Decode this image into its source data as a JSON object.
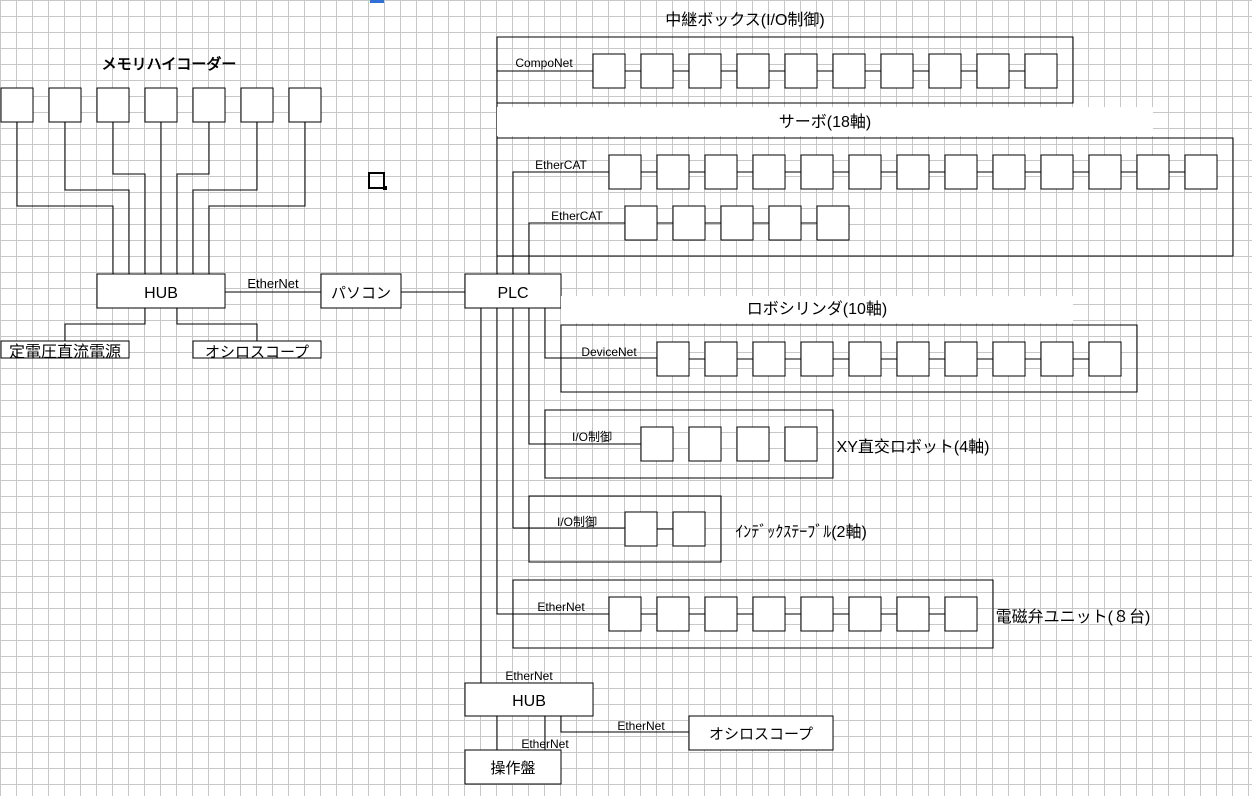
{
  "recorder": {
    "title": "メモリハイコーダー",
    "channel_count": 7
  },
  "hub_left": {
    "label": "HUB",
    "link_label": "EtherNet"
  },
  "pc": {
    "label": "パソコン"
  },
  "plc": {
    "label": "PLC"
  },
  "power_supply": {
    "label": "定電圧直流電源"
  },
  "oscilloscope_left": {
    "label": "オシロスコープ"
  },
  "relay_box": {
    "title": "中継ボックス(I/O制御)",
    "bus_label": "CompoNet",
    "unit_count": 10
  },
  "servo": {
    "title": "サーボ(18軸)",
    "bus1_label": "EtherCAT",
    "bus1_count": 13,
    "bus2_label": "EtherCAT",
    "bus2_count": 5
  },
  "robo_cylinder": {
    "title": "ロボシリンダ(10軸)",
    "bus_label": "DeviceNet",
    "unit_count": 10
  },
  "xy_robot": {
    "title": "XY直交ロボット(4軸)",
    "bus_label": "I/O制御",
    "unit_count": 4
  },
  "index_table": {
    "title": "ｲﾝﾃﾞｯｸｽﾃｰﾌﾞﾙ(2軸)",
    "bus_label": "I/O制御",
    "unit_count": 2
  },
  "solenoid": {
    "title": "電磁弁ユニット(８台)",
    "bus_label": "EtherNet",
    "unit_count": 8
  },
  "hub_bottom": {
    "label": "HUB",
    "uplink_label": "EtherNet",
    "scope_link_label": "EtherNet",
    "panel_link_label": "EtherNet"
  },
  "oscilloscope_bottom": {
    "label": "オシロスコープ"
  },
  "operation_panel": {
    "label": "操作盤"
  }
}
